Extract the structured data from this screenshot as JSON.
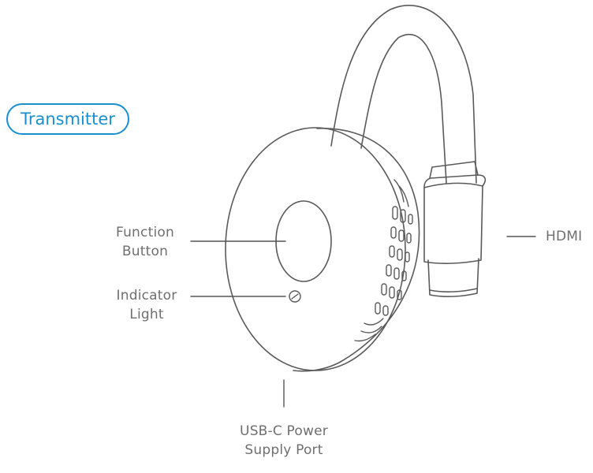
{
  "badge": {
    "label": "Transmitter",
    "color": "#1a8fd0"
  },
  "callouts": {
    "function_button": {
      "line1": "Function",
      "line2": "Button"
    },
    "indicator_light": {
      "line1": "Indicator",
      "line2": "Light"
    },
    "usb_c": {
      "line1": "USB-C Power",
      "line2": "Supply Port"
    },
    "hdmi": {
      "label": "HDMI"
    }
  },
  "colors": {
    "stroke": "#555555",
    "text": "#6f6f6f"
  }
}
